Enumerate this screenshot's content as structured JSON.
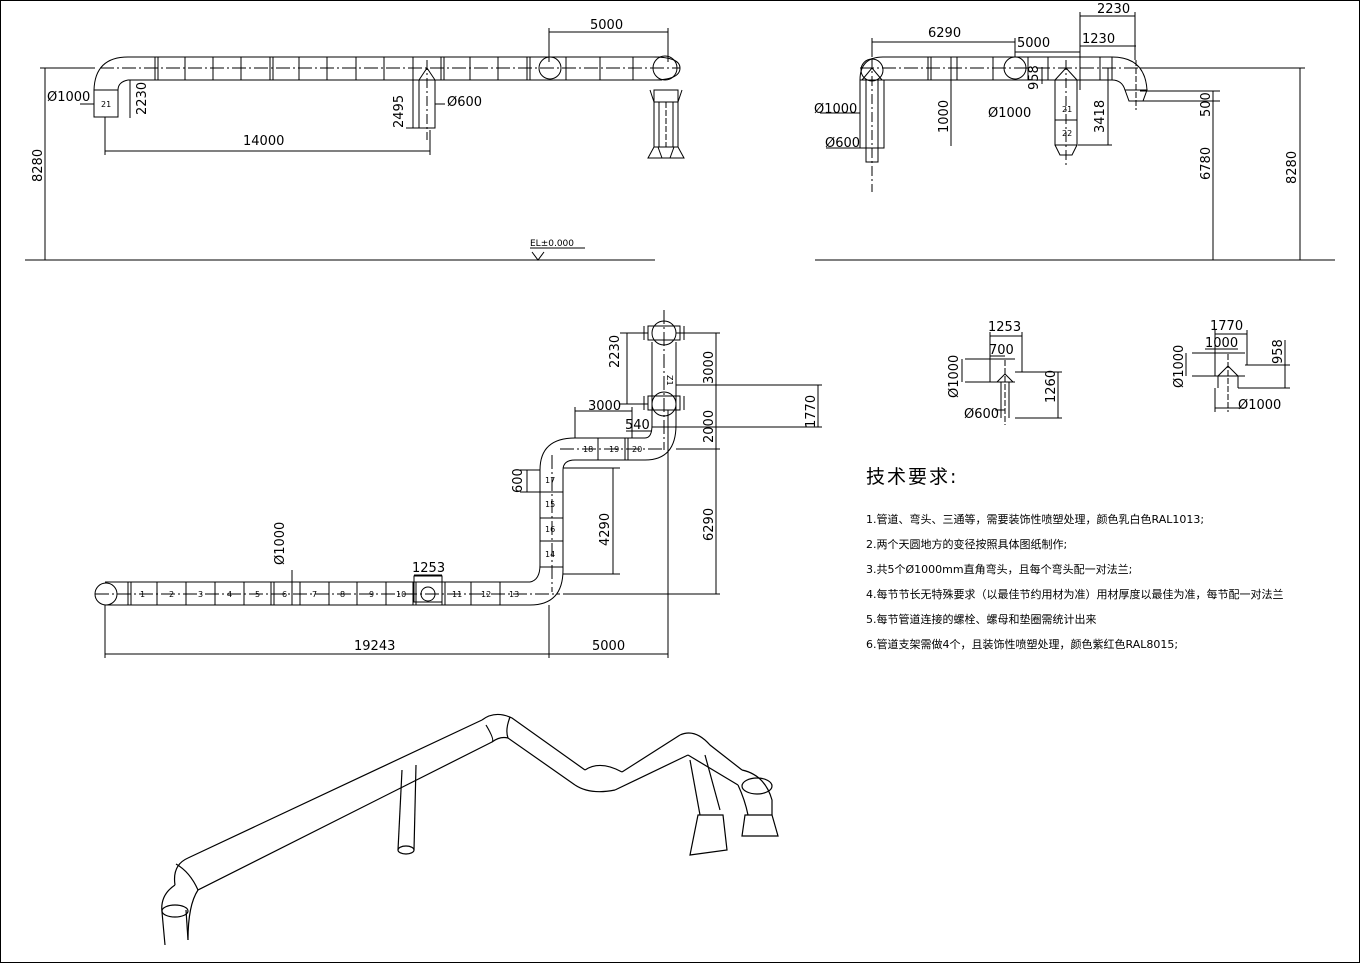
{
  "top_left_view": {
    "dim_5000": "5000",
    "dim_d1000": "Ø1000",
    "dim_2230": "2230",
    "dim_2495": "2495",
    "dim_d600": "Ø600",
    "dim_14000": "14000",
    "dim_8280": "8280",
    "elevation": "EL±0.000",
    "joint_label": "21"
  },
  "top_right_view": {
    "dim_2230": "2230",
    "dim_6290": "6290",
    "dim_5000": "5000",
    "dim_1230": "1230",
    "dim_958": "958",
    "dim_d1000_left": "Ø1000",
    "dim_1000": "1000",
    "dim_d1000_mid": "Ø1000",
    "dim_3418": "3418",
    "dim_500": "500",
    "dim_d600": "Ø600",
    "dim_6780": "6780",
    "dim_8280": "8280",
    "joint_21": "21",
    "joint_22": "22"
  },
  "plan_view": {
    "dim_2230": "2230",
    "dim_3000_v": "3000",
    "dim_3000_h": "3000",
    "dim_540": "540",
    "dim_2000": "2000",
    "dim_1770": "1770",
    "dim_600": "600",
    "dim_4290": "4290",
    "dim_6290": "6290",
    "dim_d1000": "Ø1000",
    "dim_1253": "1253",
    "dim_19243": "19243",
    "dim_5000": "5000",
    "upper_label": "Z1",
    "segments": [
      "1",
      "2",
      "3",
      "4",
      "5",
      "6",
      "7",
      "8",
      "9",
      "10",
      "11",
      "12",
      "13"
    ],
    "vertical_segments": [
      "17",
      "15",
      "16",
      "14"
    ],
    "upper_segments": [
      "18",
      "19",
      "20"
    ]
  },
  "detail_a": {
    "dim_1253": "1253",
    "dim_700": "700",
    "dim_d1000": "Ø1000",
    "dim_1260": "1260",
    "dim_d600": "Ø600"
  },
  "detail_b": {
    "dim_1770": "1770",
    "dim_1000": "1000",
    "dim_d1000_v": "Ø1000",
    "dim_958": "958",
    "dim_d1000_h": "Ø1000"
  },
  "notes": {
    "title": "技术要求:",
    "items": [
      "1.管道、弯头、三通等，需要装饰性喷塑处理，颜色乳白色RAL1013;",
      "2.两个天圆地方的变径按照具体图纸制作;",
      "3.共5个Ø1000mm直角弯头，且每个弯头配一对法兰;",
      "4.每节节长无特殊要求（以最佳节约用材为准）用材厚度以最佳为准，每节配一对法兰",
      "5.每节管道连接的螺栓、螺母和垫圈需统计出来",
      "6.管道支架需做4个，且装饰性喷塑处理，颜色紫红色RAL8015;"
    ]
  }
}
